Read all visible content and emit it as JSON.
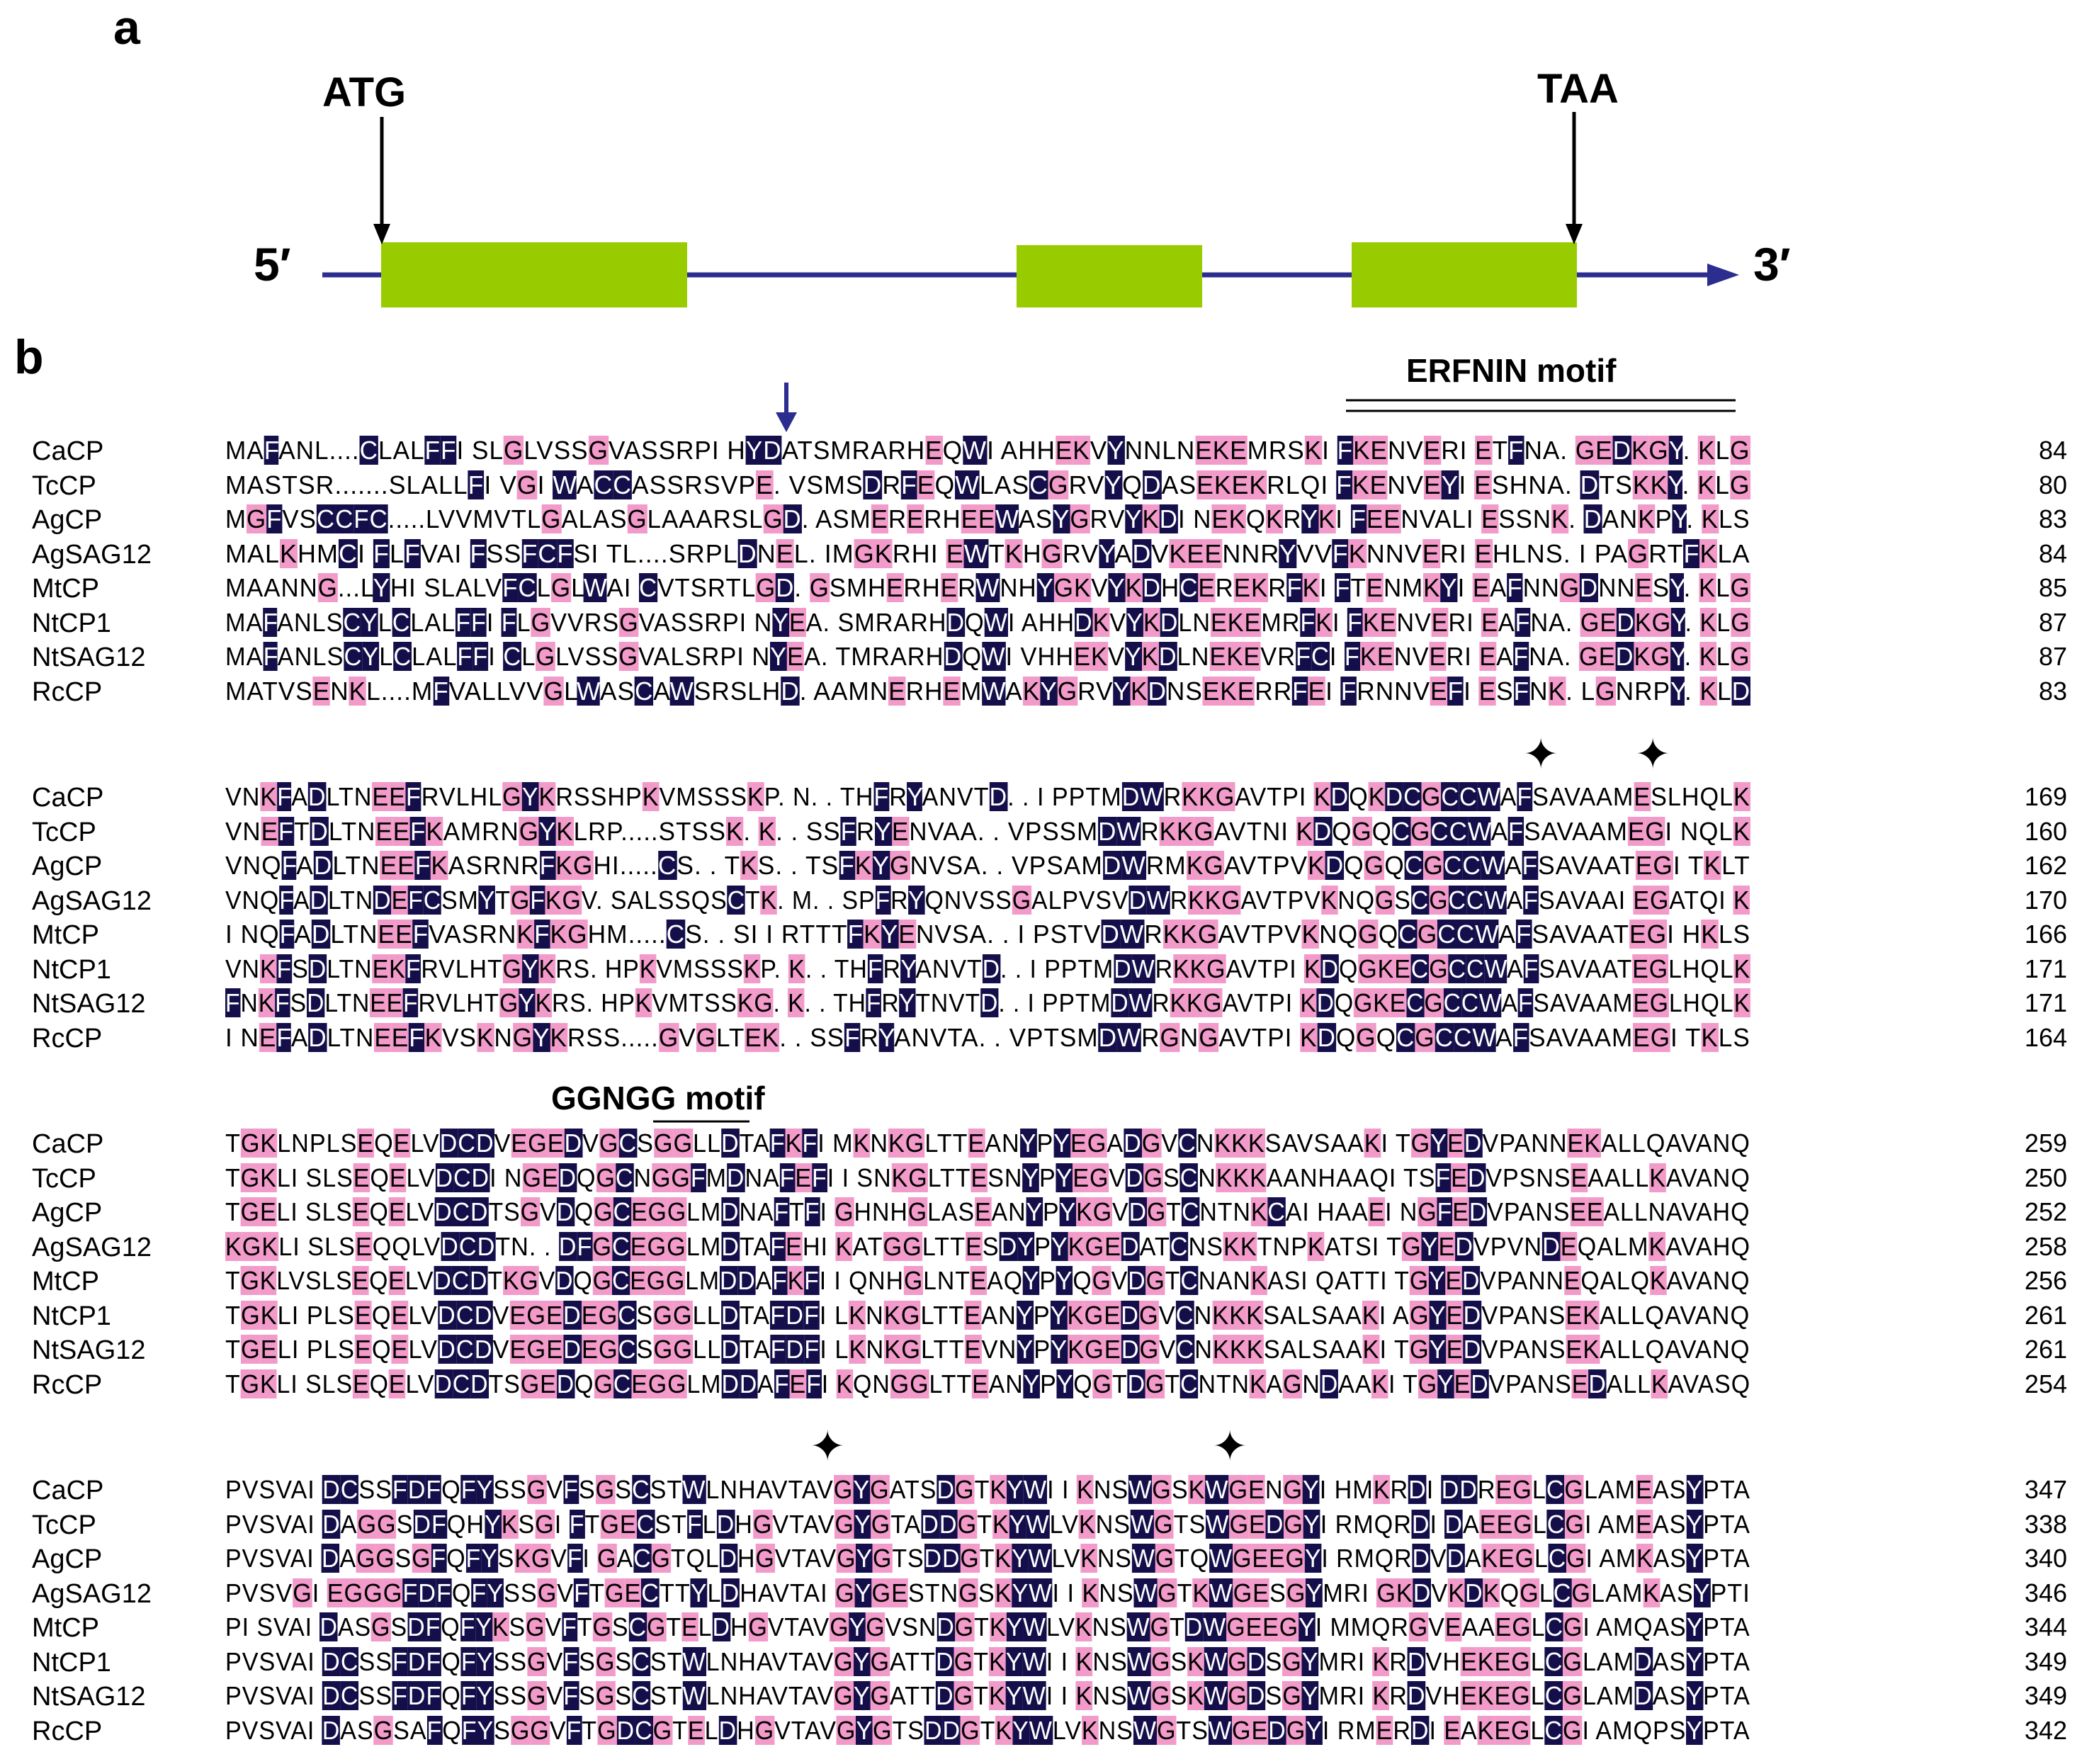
{
  "panel_a": {
    "label": "a",
    "start_codon": "ATG",
    "stop_codon": "TAA",
    "five_prime": "5′",
    "three_prime": "3′",
    "line_color": "#2b2d8f",
    "exon_color": "#99cc00"
  },
  "panel_b": {
    "label": "b",
    "motif1": "ERFNIN motif",
    "motif2": "GGNGG motif",
    "star_symbol": "✦",
    "blocks": [
      {
        "rows": [
          {
            "name": "CaCP",
            "seq": "MAFANL....CLALFFI SLGLVSSGVASSRPI HYDATSMRARHEQWI AHHEKVYNNLNEKEMRSKI FKENVERI ETFNA. GEDKGY. KLG",
            "num": "84"
          },
          {
            "name": "TcCP",
            "seq": "MASTSR.......SLALLFI VGI WACCASSRSVPE. VSMSDRFEQWLASCGRVYQDASEKEKRLQI FKENVEYI ESHNA. DTSKKY. KLG",
            "num": "80"
          },
          {
            "name": "AgCP",
            "seq": "MGFVSCCFC.....LVVMVTLGALASGLAAARSLGD. ASMERERHEEWASYGRVYKDI NEKQKRYKI FEENVALI ESSNK. DANKPY. KLS",
            "num": "83"
          },
          {
            "name": "AgSAG12",
            "seq": "MALKHMCI FLFVAI FSSFCFSI TL....SRPLDNEL. IMGKRHI EWTKHGRVYADVKEENNRYVVFKNNVERI EHLNS. I PAGRTFKLA",
            "num": "84"
          },
          {
            "name": "MtCP",
            "seq": "MAANNG...LYHI SLALVFCLGLWAI CVTSRTLGD. GSMHERHERWNHYGKVYKDHCEREKRFKI FTENMKYI EAFNNGDNNESY. KLG",
            "num": "85"
          },
          {
            "name": "NtCP1",
            "seq": "MAFANLSCYLCLALFFI FLGVVRSGVASSRPI NYEA. SMRARHDQWI AHHDKVYKDLNEKEMRFKI FKENVERI EAFNA. GEDKGY. KLG",
            "num": "87"
          },
          {
            "name": "NtSAG12",
            "seq": "MAFANLSCYLCLALFFI CLGLVSSGVALSRPI NYEA. TMRARHDQWI VHHEKVYKDLNEKEVRFCI FKENVERI EAFNA. GEDKGY. KLG",
            "num": "87"
          },
          {
            "name": "RcCP",
            "seq": "MATVSENKL....MFVALLVVGLWASCAWSRSLHD. AAMNERHEMWAKYGRVYKDNSEKERRFEI FRNNVEFI ESFNK. LGNRPY. KLD",
            "num": "83"
          }
        ]
      },
      {
        "rows": [
          {
            "name": "CaCP",
            "seq": "VNKFADLTNEEFRVLHLGYKRSSHPKVMSSSKP. N. . THFRYANVTD. . I PPTMDWRKKGAVTPI KDQKDCGCCWAFSAVAAMESLHQLK",
            "num": "169"
          },
          {
            "name": "TcCP",
            "seq": "VNEFTDLTNEEFKAMRNGYKLRP.....STSSK. K. . SSFRYENVAA. . VPSSMDWRKKGAVTNI KDQGQCGCCWAFSAVAAMEGI NQLK",
            "num": "160"
          },
          {
            "name": "AgCP",
            "seq": "VNQFADLTNEEFKASRNRFKGHI.....CS. . TKS. . TSFKYGNVSA. . VPSAMDWRMKGAVTPVKDQGQCGCCWAFSAVAATEGI TKLT",
            "num": "162"
          },
          {
            "name": "AgSAG12",
            "seq": "VNQFADLTNDEFCSMYTGFKGV. SALSSQSCTK. M. . SPFRYQNVSSGALPVSVDWRKKGAVTPVKNQGSCGCCWAFSAVAAI EGATQI K",
            "num": "170"
          },
          {
            "name": "MtCP",
            "seq": "I NQFADLTNEEFVASRNKFKGHM.....CS. . SI I RTTTFKYENVSA. . I PSTVDWRKKGAVTPVKNQGQCGCCWAFSAVAATEGI HKLS",
            "num": "166"
          },
          {
            "name": "NtCP1",
            "seq": "VNKFSDLTNEKFRVLHTGYKRS. HPKVMSSSKP. K. . THFRYANVTD. . I PPTMDWRKKGAVTPI KDQGKECGCCWAFSAVAATEGLHQLK",
            "num": "171"
          },
          {
            "name": "NtSAG12",
            "seq": "FNKFSDLTNEEFRVLHTGYKRS. HPKVMTSSKG. K. . THFRYTNVTD. . I PPTMDWRKKGAVTPI KDQGKECGCCWAFSAVAAMEGLHQLK",
            "num": "171"
          },
          {
            "name": "RcCP",
            "seq": "I NEFADLTNEEFKVSKNGYKRSS.....GVGLTEK. . SSFRYANVTA. . VPTSMDWRGNGAVTPI KDQGQCGCCWAFSAVAAMEGI TKLS",
            "num": "164"
          }
        ]
      },
      {
        "rows": [
          {
            "name": "CaCP",
            "seq": "TGKLNPLSEQELVDCDVEGEDVGCSGGLLDTAFKFI MKNKGLTTEANYPYEGADGVCNKKKSAVSAAKI TGYEDVPANNEKALLQAVANQ",
            "num": "259"
          },
          {
            "name": "TcCP",
            "seq": "TGKLI SLSEQELVDCDI NGEDQGCNGGFMDNAFEFI I SNKGLTTESNYPYEGVDGSCNKKKAANHAAQI TSFEDVPSNSEAALLKAVANQ",
            "num": "250"
          },
          {
            "name": "AgCP",
            "seq": "TGELI SLSEQELVDCDTSGVDQGCEGGLMDNAFTFI GHNHGLASEANYPYKGVDGTCNTNKCAI HAAEI NGFEDVPANSEEALLNAVAHQ",
            "num": "252"
          },
          {
            "name": "AgSAG12",
            "seq": "KGKLI SLSEQQLVDCDTN. . DFGCEGGLMDTAFEHI KATGGLTTESDYPYKGEDATCNSKKTNPKATSI TGYEDVPVNDEQALMKAVAHQ",
            "num": "258"
          },
          {
            "name": "MtCP",
            "seq": "TGKLVSLSEQELVDCDTKGVDQGCEGGLMDDAFKFI I QNHGLNTEAQYPYQGVDGTCNANKASI QATTI TGYEDVPANNEQALQKAVANQ",
            "num": "256"
          },
          {
            "name": "NtCP1",
            "seq": "TGKLI PLSEQELVDCDVEGEDEGCSGGLLDTAFDFI LKNKGLTTEANYPYKGEDGVCNKKKSALSAAKI AGYEDVPANSEKALLQAVANQ",
            "num": "261"
          },
          {
            "name": "NtSAG12",
            "seq": "TGELI PLSEQELVDCDVEGEDEGCSGGLLDTAFDFI LKNKGLTTEVNYPYKGEDGVCNKKKSALSAAKI TGYEDVPANSEKALLQAVANQ",
            "num": "261"
          },
          {
            "name": "RcCP",
            "seq": "TGKLI SLSEQELVDCDTSGEDQGCEGGLMDDAFEFI KQNGGLTTEANYPYQGTDGTCNTNKAGNDAAKI TGYEDVPANSEDALLKAVASQ",
            "num": "254"
          }
        ]
      },
      {
        "rows": [
          {
            "name": "CaCP",
            "seq": "PVSVAI DCSSFDFQFYSSGVFSGSCSTWLNHAVTAVGYGATSDGTKYWI I KNSWGSKWGENGYI HMKRDI DDREGLCGLAMEASYPTA",
            "num": "347"
          },
          {
            "name": "TcCP",
            "seq": "PVSVAI DAGGSDFQHYKSGI FTGECSTFLDHGVTAVGYGTADDGTKYWLVKNSWGTSWGEDGYI RMQRDI DAEEGLCGI AMEASYPTA",
            "num": "338"
          },
          {
            "name": "AgCP",
            "seq": "PVSVAI DAGGSGFQFYSKGVFI GACGTQLDHGVTAVGYGTSDDGTKYWLVKNSWGTQWGEEGYI RMQRDVDAKEGLCGI AMKASYPTA",
            "num": "340"
          },
          {
            "name": "AgSAG12",
            "seq": "PVSVGI EGGGFDFQFYSSGVFTGECTTYLDHAVTAI GYGESTNGSKYWI I KNSWGTKWGESGYMRI GKDVKDKQGLCGLAMKASYPTI",
            "num": "346"
          },
          {
            "name": "MtCP",
            "seq": "PI SVAI DASGSDFQFYKSGVFTGSCGTELDHGVTAVGYGVSNDGTKYWLVKNSWGTDWGEEGYI MMQRGVEAAEGLCGI AMQASYPTA",
            "num": "344"
          },
          {
            "name": "NtCP1",
            "seq": "PVSVAI DCSSFDFQFYSSGVFSGSCSTWLNHAVTAVGYGATTDGTKYWI I KNSWGSKWGDSGYMRI KRDVHEKEGLCGLAMDASYPTA",
            "num": "349"
          },
          {
            "name": "NtSAG12",
            "seq": "PVSVAI DCSSFDFQFYSSGVFSGSCSTWLNHAVTAVGYGATTDGTKYWI I KNSWGSKWGDSGYMRI KRDVHEKEGLCGLAMDASYPTA",
            "num": "349"
          },
          {
            "name": "RcCP",
            "seq": "PVSVAI DASGSAFQFYSGGVFTGDCGTELDHGVTAVGYGTSDDGTKYWLVKNSWGTSWGEDGYI RMERDI EAKEGLCGI AMQPSYPTA",
            "num": "342"
          }
        ]
      }
    ]
  }
}
